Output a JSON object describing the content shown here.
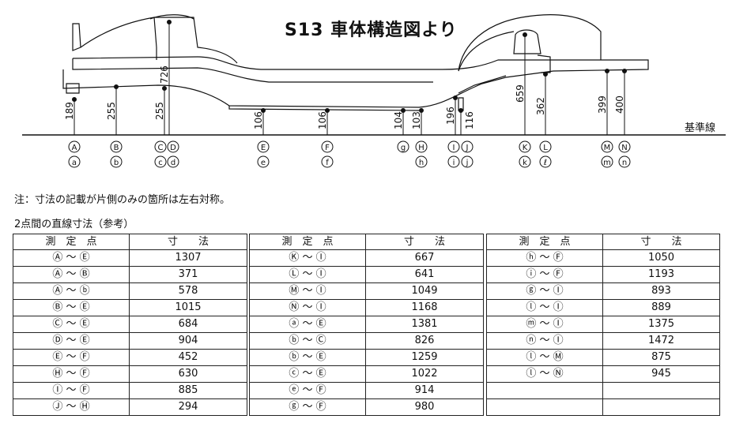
{
  "title": "S13 車体構造図より",
  "baseline_label": "基準線",
  "dims": {
    "a189": "189",
    "b255": "255",
    "c255": "255",
    "c726": "726",
    "e106": "106",
    "f106": "106",
    "g104": "104",
    "h103": "103",
    "i196": "196",
    "j116": "116",
    "k659": "659",
    "l362": "362",
    "m399": "399",
    "n400": "400"
  },
  "points_upper": [
    "A",
    "B",
    "C",
    "D",
    "E",
    "F",
    "g",
    "H",
    "I",
    "J",
    "K",
    "L",
    "M",
    "N"
  ],
  "points_lower": [
    "a",
    "b",
    "c",
    "d",
    "e",
    "f",
    "h",
    "i",
    "j",
    "k",
    "ℓ",
    "m",
    "n"
  ],
  "note": "注：寸法の記載が片側のみの箇所は左右対称。",
  "subheading": "2点間の直線寸法（参考）",
  "table_headers": {
    "point": "測　定　点",
    "dim": "寸　　法"
  },
  "tables": [
    {
      "rows": [
        [
          "Ⓐ ～ Ⓔ",
          "1307"
        ],
        [
          "Ⓐ ～ Ⓑ",
          "371"
        ],
        [
          "Ⓐ ～ ⓑ",
          "578"
        ],
        [
          "Ⓑ ～ Ⓔ",
          "1015"
        ],
        [
          "Ⓒ ～ Ⓔ",
          "684"
        ],
        [
          "Ⓓ ～ Ⓔ",
          "904"
        ],
        [
          "Ⓔ ～ Ⓕ",
          "452"
        ],
        [
          "Ⓗ ～ Ⓕ",
          "630"
        ],
        [
          "Ⓘ ～ Ⓕ",
          "885"
        ],
        [
          "Ⓙ ～ Ⓗ",
          "294"
        ]
      ]
    },
    {
      "rows": [
        [
          "Ⓚ ～ Ⓘ",
          "667"
        ],
        [
          "Ⓛ ～ Ⓘ",
          "641"
        ],
        [
          "Ⓜ ～ Ⓘ",
          "1049"
        ],
        [
          "Ⓝ ～ Ⓘ",
          "1168"
        ],
        [
          "ⓐ ～ Ⓔ",
          "1381"
        ],
        [
          "ⓑ ～ Ⓒ",
          "826"
        ],
        [
          "ⓑ ～ Ⓔ",
          "1259"
        ],
        [
          "ⓒ ～ Ⓔ",
          "1022"
        ],
        [
          "ⓔ ～ Ⓕ",
          "914"
        ],
        [
          "ⓖ ～ Ⓕ",
          "980"
        ]
      ]
    },
    {
      "rows": [
        [
          "ⓗ ～ Ⓕ",
          "1050"
        ],
        [
          "ⓘ ～ Ⓕ",
          "1193"
        ],
        [
          "ⓖ ～ Ⓘ",
          "893"
        ],
        [
          "ⓛ ～ Ⓘ",
          "889"
        ],
        [
          "ⓜ ～ Ⓘ",
          "1375"
        ],
        [
          "ⓝ ～ Ⓘ",
          "1472"
        ],
        [
          "ⓛ ～ Ⓜ",
          "875"
        ],
        [
          "ⓛ ～ Ⓝ",
          "945"
        ],
        [
          "",
          ""
        ],
        [
          "",
          ""
        ]
      ]
    }
  ]
}
